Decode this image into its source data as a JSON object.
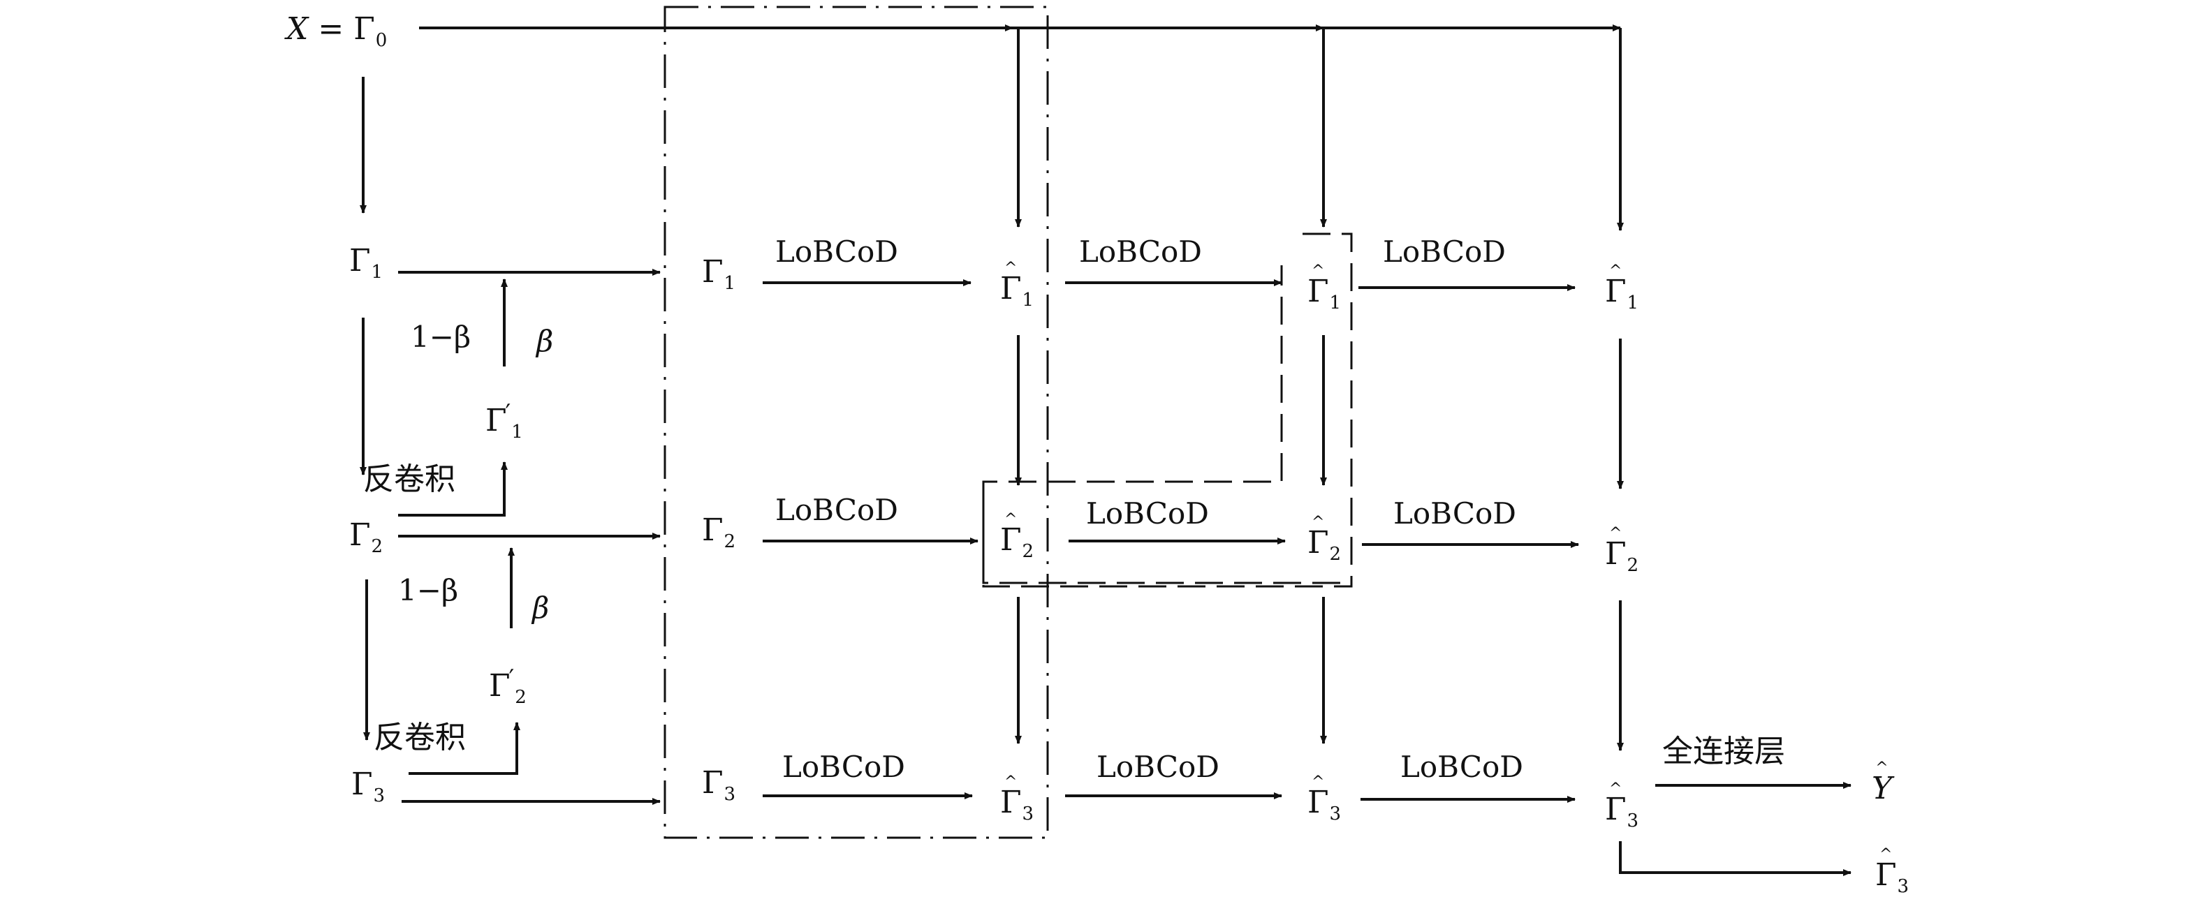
{
  "diagram": {
    "input": {
      "X": "X",
      "eq": "=",
      "gamma": "Γ",
      "sub": "0"
    },
    "left_column": [
      {
        "gamma": "Γ",
        "sub": "1"
      },
      {
        "gamma": "Γ",
        "sub": "2"
      },
      {
        "gamma": "Γ",
        "sub": "3"
      }
    ],
    "primes": [
      {
        "gamma": "Γ",
        "sub": "1",
        "prime": "′"
      },
      {
        "gamma": "Γ",
        "sub": "2",
        "prime": "′"
      }
    ],
    "weights": {
      "one_minus_beta": "1−β",
      "beta": "β"
    },
    "deconv_label": "反卷积",
    "op_label": "LoBCoD",
    "stage1": [
      {
        "gamma": "Γ",
        "sub": "1"
      },
      {
        "gamma": "Γ",
        "sub": "2"
      },
      {
        "gamma": "Γ",
        "sub": "3"
      }
    ],
    "hat_nodes": [
      {
        "gamma": "Γ",
        "sub": "1"
      },
      {
        "gamma": "Γ",
        "sub": "2"
      },
      {
        "gamma": "Γ",
        "sub": "3"
      }
    ],
    "fc_label": "全连接层",
    "output": {
      "Y": "Y"
    }
  }
}
